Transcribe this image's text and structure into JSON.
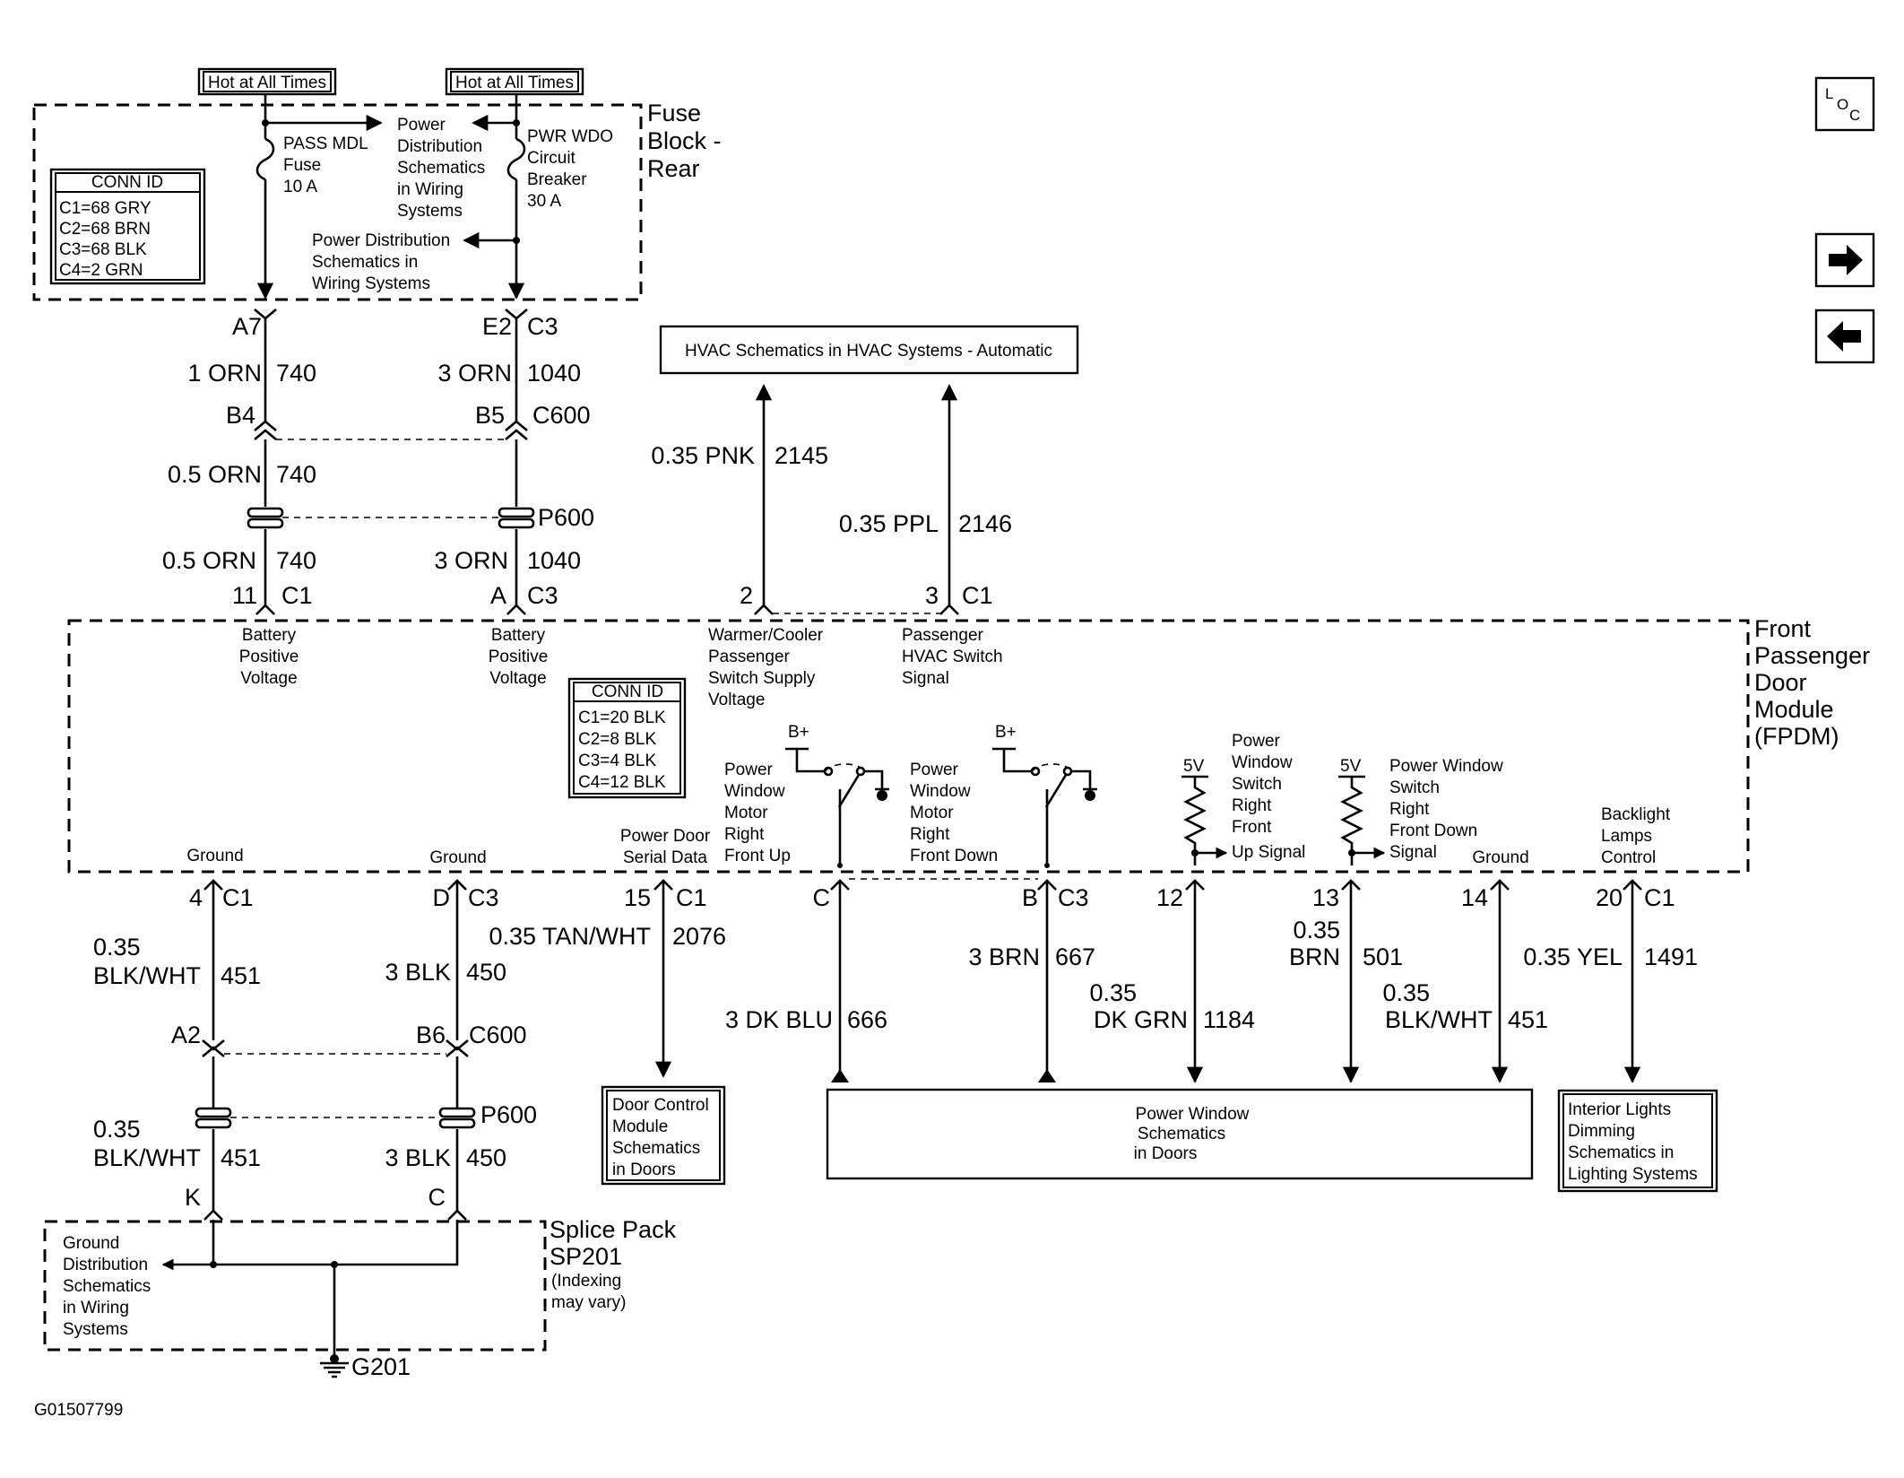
{
  "fuse_block": {
    "title": [
      "Fuse",
      "Block -",
      "Rear"
    ],
    "hot_labels": [
      "Hot at All Times",
      "Hot at All Times"
    ],
    "pass_fuse": [
      "PASS MDL",
      "Fuse",
      "10 A"
    ],
    "pwr_breaker": [
      "PWR WDO",
      "Circuit",
      "Breaker",
      "30 A"
    ],
    "power_dist_1": [
      "Power",
      "Distribution",
      "Schematics",
      "in Wiring",
      "Systems"
    ],
    "power_dist_2": [
      "Power Distribution",
      "Schematics in",
      "Wiring Systems"
    ],
    "conn_id": {
      "title": "CONN ID",
      "rows": [
        "C1=68 GRY",
        "C2=68 BRN",
        "C3=68 BLK",
        "C4=2 GRN"
      ]
    }
  },
  "upper_wiring": {
    "pins_top": [
      "A7",
      "E2",
      "C3"
    ],
    "wire1": [
      "1 ORN",
      "740"
    ],
    "wire2": [
      "3 ORN",
      "1040"
    ],
    "pins_mid": [
      "B4",
      "B5",
      "C600"
    ],
    "wire3": [
      "0.5 ORN",
      "740"
    ],
    "splice": "P600",
    "wire4": [
      "0.5 ORN",
      "740"
    ],
    "wire5": [
      "3 ORN",
      "1040"
    ],
    "pins_bottom": [
      "11",
      "C1",
      "A",
      "C3"
    ]
  },
  "hvac": {
    "box": "HVAC Schematics in HVAC Systems - Automatic",
    "wire_pnk": [
      "0.35 PNK",
      "2145"
    ],
    "wire_ppl": [
      "0.35 PPL",
      "2146"
    ],
    "pins": [
      "2",
      "3",
      "C1"
    ]
  },
  "fpdm": {
    "title": [
      "Front",
      "Passenger",
      "Door",
      "Module",
      "(FPDM)"
    ],
    "batt1": [
      "Battery",
      "Positive",
      "Voltage"
    ],
    "batt2": [
      "Battery",
      "Positive",
      "Voltage"
    ],
    "warmer": [
      "Warmer/Cooler",
      "Passenger",
      "Switch Supply",
      "Voltage"
    ],
    "hvac_sig": [
      "Passenger",
      "HVAC Switch",
      "Signal"
    ],
    "conn_id": {
      "title": "CONN ID",
      "rows": [
        "C1=20 BLK",
        "C2=8 BLK",
        "C3=4 BLK",
        "C4=12 BLK"
      ]
    },
    "bplus": [
      "B+",
      "B+"
    ],
    "motor_up": [
      "Power",
      "Window",
      "Motor",
      "Right",
      "Front Up"
    ],
    "motor_down": [
      "Power",
      "Window",
      "Motor",
      "Right",
      "Front Down"
    ],
    "v5": [
      "5V",
      "5V"
    ],
    "switch_up": [
      "Power",
      "Window",
      "Switch",
      "Right",
      "Front",
      "Up Signal"
    ],
    "switch_down": [
      "Power Window",
      "Switch",
      "Right",
      "Front Down",
      "Signal"
    ],
    "ground_labels": [
      "Ground",
      "Ground",
      "Ground"
    ],
    "serial": [
      "Power Door",
      "Serial Data"
    ],
    "backlight": [
      "Backlight",
      "Lamps",
      "Control"
    ]
  },
  "lower_wiring": {
    "pins_top": [
      "4",
      "C1",
      "D",
      "C3",
      "15",
      "C1",
      "C",
      "B",
      "C3",
      "12",
      "13",
      "14",
      "20",
      "C1"
    ],
    "w451": [
      "0.35",
      "BLK/WHT",
      "451"
    ],
    "w450": [
      "3 BLK",
      "450"
    ],
    "w2076": [
      "0.35 TAN/WHT",
      "2076"
    ],
    "w666": [
      "3 DK BLU",
      "666"
    ],
    "w667": [
      "3 BRN",
      "667"
    ],
    "w1184": [
      "0.35",
      "DK GRN",
      "1184"
    ],
    "w501": [
      "0.35",
      "BRN",
      "501"
    ],
    "w451b": [
      "0.35",
      "BLK/WHT",
      "451"
    ],
    "w1491": [
      "0.35 YEL",
      "1491"
    ],
    "pins_mid": [
      "A2",
      "B6",
      "C600"
    ],
    "splice": "P600",
    "w451c": [
      "0.35",
      "BLK/WHT",
      "451"
    ],
    "w450b": [
      "3 BLK",
      "450"
    ],
    "pins_bottom": [
      "K",
      "C"
    ]
  },
  "destinations": {
    "door_control": [
      "Door Control",
      "Module",
      "Schematics",
      "in Doors"
    ],
    "power_window": [
      "Power Window",
      "Schematics",
      "in Doors"
    ],
    "interior": [
      "Interior Lights",
      "Dimming",
      "Schematics in",
      "Lighting Systems"
    ]
  },
  "splice_pack": {
    "title": [
      "Splice Pack",
      "SP201"
    ],
    "note": [
      "(Indexing",
      "may vary)"
    ],
    "ground_dist": [
      "Ground",
      "Distribution",
      "Schematics",
      "in Wiring",
      "Systems"
    ],
    "ground": "G201"
  },
  "figure_id": "G01507799",
  "nav": {
    "loc": [
      "L",
      "O",
      "C"
    ]
  }
}
